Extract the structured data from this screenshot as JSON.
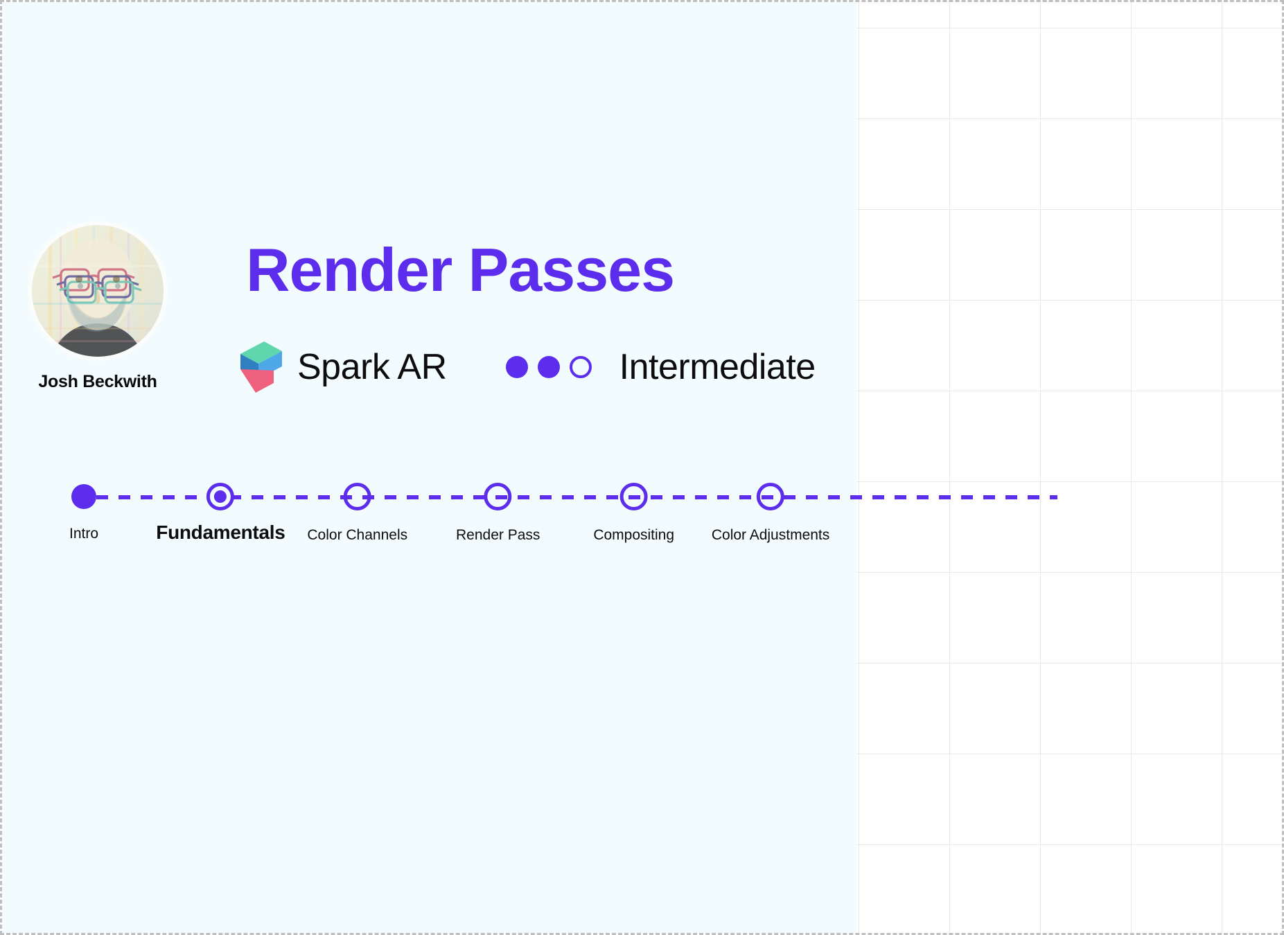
{
  "slide": {
    "title": "Render Passes",
    "background_color": "#f2fbfd",
    "accent_color": "#5c2ded"
  },
  "author": {
    "name": "Josh Beckwith",
    "avatar_alt": "glitch-art portrait of bearded man with glasses"
  },
  "platform": {
    "name": "Spark AR",
    "logo_colors": {
      "top": "#5fd6ac",
      "middle_left": "#2f7fc1",
      "middle_right": "#4ea8e8",
      "bottom": "#ef5f7e"
    }
  },
  "difficulty": {
    "label": "Intermediate",
    "filled": 2,
    "total": 3
  },
  "timeline": {
    "current_index": 1,
    "steps": [
      {
        "label": "Intro",
        "state": "done",
        "position_pct": 0
      },
      {
        "label": "Fundamentals",
        "state": "current",
        "position_pct": 14.2
      },
      {
        "label": "Color Channels",
        "state": "todo",
        "position_pct": 28.4
      },
      {
        "label": "Render Pass",
        "state": "todo",
        "position_pct": 43.0
      },
      {
        "label": "Compositing",
        "state": "todo",
        "position_pct": 57.1
      },
      {
        "label": "Color Adjustments",
        "state": "todo",
        "position_pct": 71.3
      }
    ]
  }
}
